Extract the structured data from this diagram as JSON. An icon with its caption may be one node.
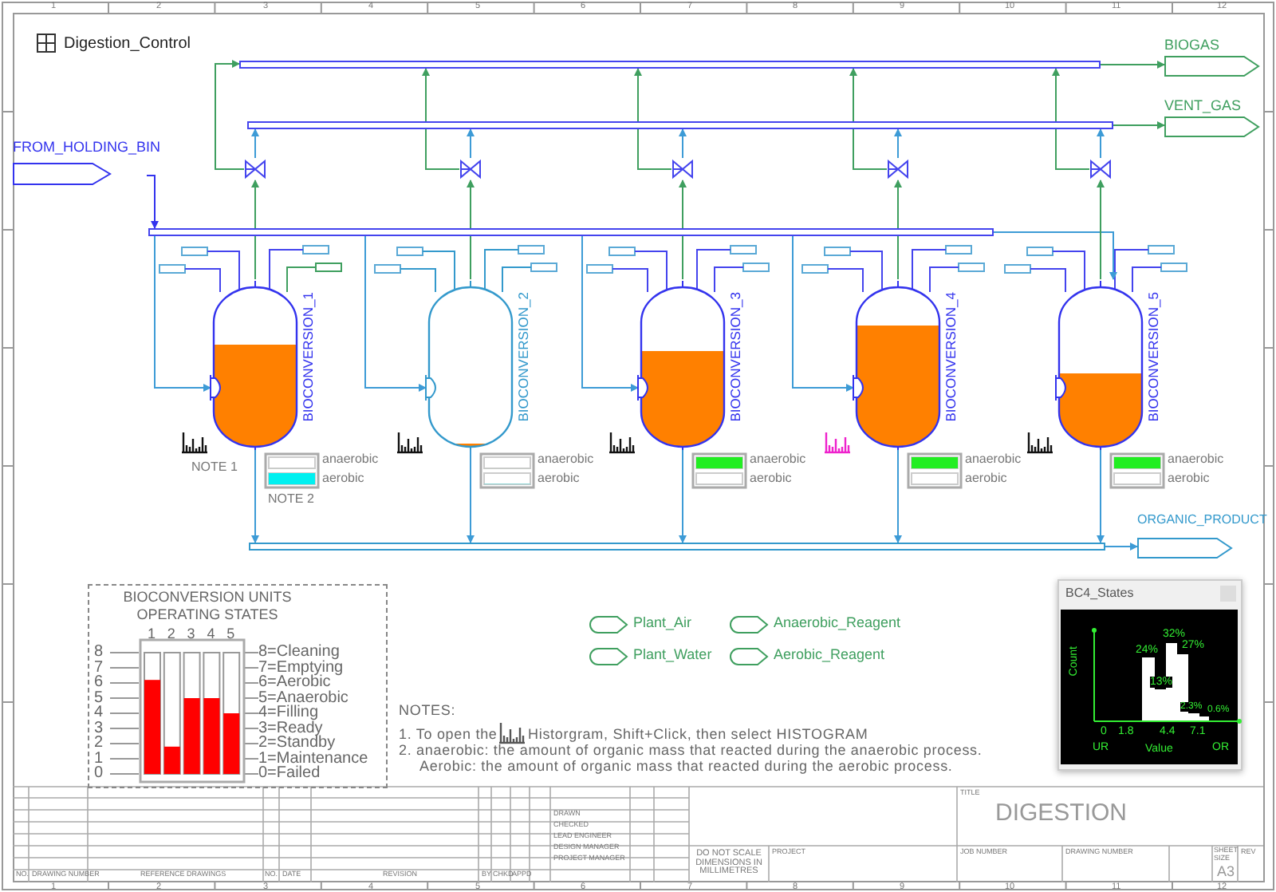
{
  "diagram": {
    "nodes": [
      {
        "text": [
          "FROM_HOLDING_BIN"
        ]
      },
      {
        "text": [
          "BIOGAS"
        ]
      },
      {
        "text": [
          "VENT_GAS"
        ]
      },
      {
        "text": [
          "ORGANIC_PRODUCT"
        ]
      },
      {
        "text": [],
        "shape": "bar"
      },
      {
        "text": [],
        "shape": "bar"
      },
      {
        "text": [],
        "shape": "bar"
      },
      {
        "text": [],
        "shape": "bar"
      },
      {
        "text": [],
        "shape": "valve"
      },
      {
        "text": [],
        "shape": "valve"
      },
      {
        "text": [],
        "shape": "valve"
      },
      {
        "text": [],
        "shape": "valve"
      },
      {
        "text": [],
        "shape": "valve"
      },
      {
        "text": [
          "BIOCONVERSION_1"
        ]
      },
      {
        "text": [
          "BIOCONVERSION_2"
        ]
      },
      {
        "text": [
          "BIOCONVERSION_3"
        ]
      },
      {
        "text": [
          "BIOCONVERSION_4"
        ]
      },
      {
        "text": [
          "BIOCONVERSION_5"
        ]
      },
      {
        "text": [
          "Plant_Air"
        ]
      },
      {
        "text": [
          "Plant_Water"
        ]
      },
      {
        "text": [
          "Anaerobic_Reagent"
        ]
      },
      {
        "text": [
          "Aerobic_Reagent"
        ]
      }
    ],
    "edges": [
      {
        "from": 0,
        "to": 6,
        "arrow": "to",
        "color": "#3333ee"
      },
      {
        "from": 6,
        "to": 13,
        "arrow": "to"
      },
      {
        "from": 6,
        "to": 14,
        "arrow": "to"
      },
      {
        "from": 6,
        "to": 15,
        "arrow": "to"
      },
      {
        "from": 6,
        "to": 16,
        "arrow": "to"
      },
      {
        "from": 6,
        "to": 17,
        "arrow": "to"
      },
      {
        "from": 13,
        "to": 8,
        "arrow": "to",
        "color": "#3f9f5f"
      },
      {
        "from": 14,
        "to": 9,
        "arrow": "to",
        "color": "#3f9f5f"
      },
      {
        "from": 15,
        "to": 10,
        "arrow": "to",
        "color": "#3f9f5f"
      },
      {
        "from": 16,
        "to": 11,
        "arrow": "to",
        "color": "#3f9f5f"
      },
      {
        "from": 17,
        "to": 12,
        "arrow": "to",
        "color": "#3f9f5f"
      },
      {
        "from": 8,
        "to": 5,
        "arrow": "to"
      },
      {
        "from": 9,
        "to": 5,
        "arrow": "to"
      },
      {
        "from": 10,
        "to": 5,
        "arrow": "to"
      },
      {
        "from": 11,
        "to": 5,
        "arrow": "to"
      },
      {
        "from": 12,
        "to": 5,
        "arrow": "to"
      },
      {
        "from": 8,
        "to": 4,
        "arrow": "to",
        "color": "#3f9f5f"
      },
      {
        "from": 9,
        "to": 4,
        "arrow": "to",
        "color": "#3f9f5f"
      },
      {
        "from": 10,
        "to": 4,
        "arrow": "to",
        "color": "#3f9f5f"
      },
      {
        "from": 11,
        "to": 4,
        "arrow": "to",
        "color": "#3f9f5f"
      },
      {
        "from": 12,
        "to": 4,
        "arrow": "to",
        "color": "#3f9f5f"
      },
      {
        "from": 4,
        "to": 1,
        "arrow": "to",
        "color": "#3f9f5f"
      },
      {
        "from": 5,
        "to": 2,
        "arrow": "to",
        "color": "#3f9f5f"
      },
      {
        "from": 13,
        "to": 7,
        "arrow": "to"
      },
      {
        "from": 14,
        "to": 7,
        "arrow": "to"
      },
      {
        "from": 15,
        "to": 7,
        "arrow": "to"
      },
      {
        "from": 16,
        "to": 7,
        "arrow": "to"
      },
      {
        "from": 17,
        "to": 7,
        "arrow": "to"
      },
      {
        "from": 7,
        "to": 3,
        "arrow": "to"
      }
    ],
    "labels": [
      "1",
      "2",
      "3",
      "4",
      "5",
      "6",
      "7",
      "8",
      "9",
      "10",
      "11",
      "12",
      "Digestion_Control",
      "NOTE 1",
      "anaerobic",
      "aerobic",
      "NOTE 2",
      "anaerobic",
      "aerobic",
      "anaerobic",
      "aerobic",
      "anaerobic",
      "aerobic",
      "anaerobic",
      "aerobic",
      "8=Cleaning",
      "7=Emptying",
      "6=Aerobic",
      "5=Anaerobic",
      "4=Filling",
      "3=Ready",
      "2=Standby",
      "1=Maintenance",
      "0=Failed",
      "NOTES:",
      "1. To open the",
      "Historgram, Shift+Click, then select HISTOGRAM",
      "2. anaerobic: the amount of organic mass that reacted during the anaerobic process.",
      "Aerobic: the amount of organic mass that reacted during the aerobic process.",
      "BC4_States",
      "32%",
      "24%",
      "27%",
      "13%",
      "2.3%",
      "0.6%",
      "Count",
      "0",
      "1.8",
      "4.4",
      "7.1",
      "UR",
      "Value",
      "OR",
      "DRAWN",
      "CHECKED",
      "LEAD ENGINEER",
      "DESIGN MANAGER",
      "PROJECT MANAGER",
      "NO.",
      "DRAWING NUMBER",
      "REFERENCE DRAWINGS",
      "NO.",
      "DATE",
      "REVISION",
      "BY",
      "CHKD",
      "APPD",
      "TITLE",
      "DIGESTION",
      "DO NOT SCALE DIMENSIONS IN MILLIMETRES",
      "PROJECT",
      "JOB NUMBER",
      "DRAWING NUMBER",
      "SHEET SIZE",
      "A3",
      "REV",
      "1",
      "2",
      "3",
      "4",
      "5",
      "6",
      "7",
      "8",
      "9",
      "10",
      "11",
      "12"
    ],
    "chart_data": {
      "type": "bar",
      "title": "BIOCONVERSION UNITS OPERATING STATES",
      "categories": [
        "1",
        "2",
        "3",
        "4",
        "5"
      ],
      "values": [
        6.2,
        1.8,
        5,
        5,
        4
      ],
      "ylim": [
        0,
        8
      ],
      "yticks": [
        0,
        1,
        2,
        3,
        4,
        5,
        6,
        7,
        8
      ]
    }
  }
}
